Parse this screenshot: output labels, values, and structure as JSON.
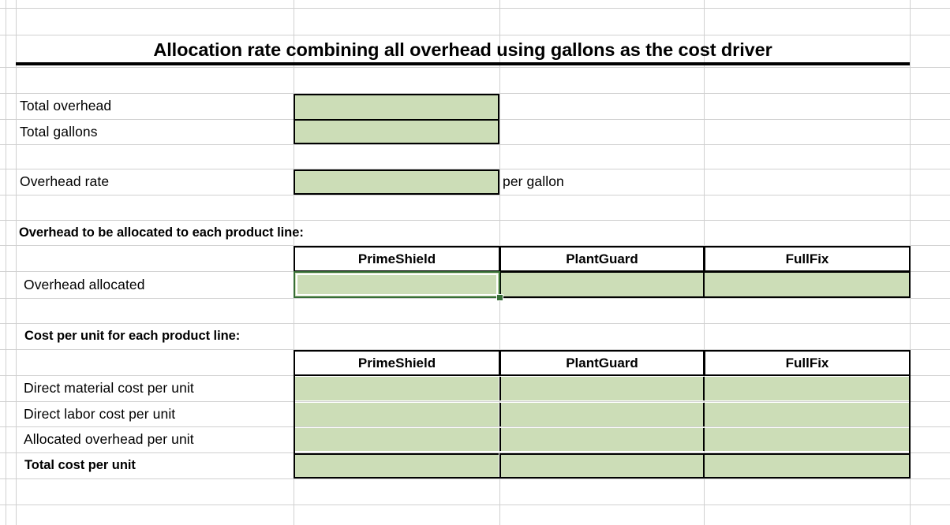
{
  "document": {
    "title": "Allocation rate combining all overhead using gallons as the cost driver"
  },
  "summary_section": {
    "rows": [
      {
        "label": "Total overhead",
        "value": ""
      },
      {
        "label": "Total gallons",
        "value": ""
      }
    ],
    "rate_row": {
      "label": "Overhead rate",
      "value": "",
      "unit": "per gallon"
    }
  },
  "allocation_section": {
    "heading": "Overhead to be allocated to each product line:",
    "columns": [
      "PrimeShield",
      "PlantGuard",
      "FullFix"
    ],
    "rows": [
      {
        "label": "Overhead allocated",
        "values": [
          "",
          "",
          ""
        ]
      }
    ]
  },
  "cost_per_unit_section": {
    "heading": "Cost per unit for each product line:",
    "columns": [
      "PrimeShield",
      "PlantGuard",
      "FullFix"
    ],
    "rows": [
      {
        "label": "Direct material cost per unit",
        "values": [
          "",
          "",
          ""
        ]
      },
      {
        "label": "Direct labor cost per unit",
        "values": [
          "",
          "",
          ""
        ]
      },
      {
        "label": "Allocated overhead per unit",
        "values": [
          "",
          "",
          ""
        ]
      },
      {
        "label": "Total cost per unit",
        "values": [
          "",
          "",
          ""
        ]
      }
    ]
  },
  "selection": {
    "cell_name": "overhead-allocated-primeshield",
    "border_color": "#376e37",
    "fill_handle": "fill-handle"
  },
  "colors": {
    "input_fill": "#ccddb7",
    "gridline": "#d0d0d0",
    "border": "#000000",
    "selection": "#376e37"
  }
}
